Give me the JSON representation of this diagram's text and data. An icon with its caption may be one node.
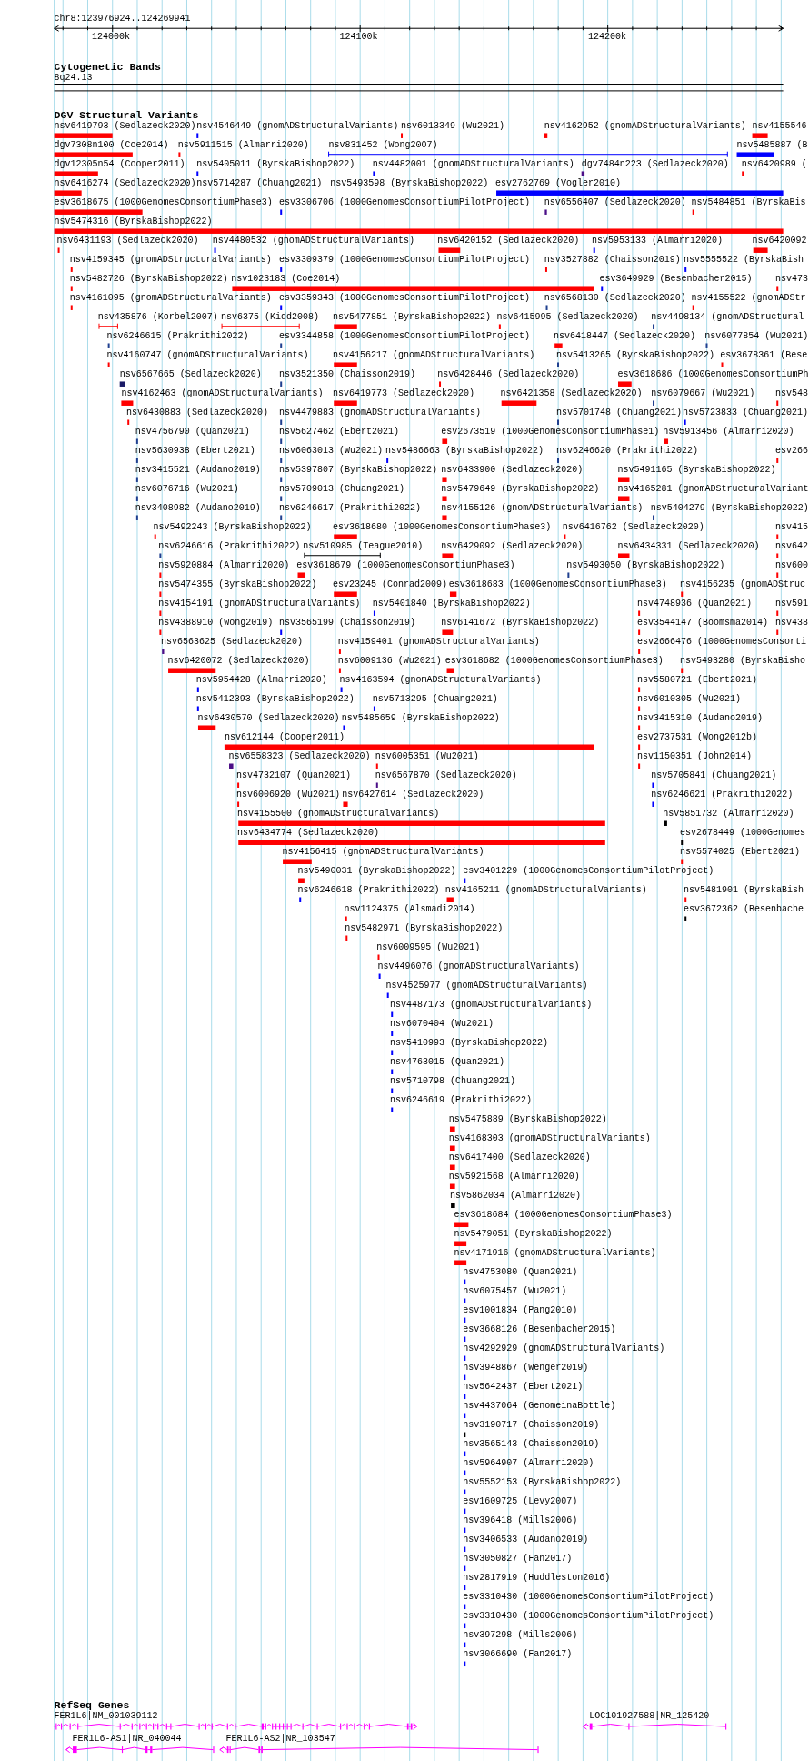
{
  "diagram": {
    "labels": [
      "chr8:123976924..124269941",
      "124000k",
      "124100k",
      "124200k",
      "Cytogenetic Bands",
      "8q24.13",
      "DGV Structural Variants",
      "nsv6419793 (Sedlazeck2020)",
      "nsv4546449 (gnomADStructuralVariants)",
      "nsv6013349 (Wu2021)",
      "nsv4162952 (gnomADStructuralVariants)",
      "nsv4155546",
      "dgv7308n100 (Coe2014)",
      "nsv5911515 (Almarri2020)",
      "nsv831452 (Wong2007)",
      "nsv5485887 (B",
      "dgv12305n54 (Cooper2011)",
      "nsv5405011 (ByrskaBishop2022)",
      "nsv4482001 (gnomADStructuralVariants)",
      "dgv7484n223 (Sedlazeck2020)",
      "nsv6420989 (",
      "nsv6416274 (Sedlazeck2020)",
      "nsv5714287 (Chuang2021)",
      "nsv5493598 (ByrskaBishop2022)",
      "esv2762769 (Vogler2010)",
      "esv3618675 (1000GenomesConsortiumPhase3)",
      "esv3306706 (1000GenomesConsortiumPilotProject)",
      "nsv6556407 (Sedlazeck2020)",
      "nsv5484851 (ByrskaBis",
      "nsv5474316 (ByrskaBishop2022)",
      "nsv6431193 (Sedlazeck2020)",
      "nsv4480532 (gnomADStructuralVariants)",
      "nsv6420152 (Sedlazeck2020)",
      "nsv5953133 (Almarri2020)",
      "nsv6420092",
      "nsv4159345 (gnomADStructuralVariants)",
      "esv3309379 (1000GenomesConsortiumPilotProject)",
      "nsv3527882 (Chaisson2019)",
      "nsv5555522 (ByrskaBish",
      "nsv5482726 (ByrskaBishop2022)",
      "nsv1023183 (Coe2014)",
      "esv3649929 (Besenbacher2015)",
      "nsv473",
      "nsv4161095 (gnomADStructuralVariants)",
      "esv3359343 (1000GenomesConsortiumPilotProject)",
      "nsv6568130 (Sedlazeck2020)",
      "nsv4155522 (gnomADStr",
      "nsv435876 (Korbel2007)",
      "nsv6375 (Kidd2008)",
      "nsv5477851 (ByrskaBishop2022)",
      "nsv6415995 (Sedlazeck2020)",
      "nsv4498134 (gnomADStructural",
      "nsv6246615 (Prakrithi2022)",
      "esv3344858 (1000GenomesConsortiumPilotProject)",
      "nsv6418447 (Sedlazeck2020)",
      "nsv6077854 (Wu2021)",
      "nsv4160747 (gnomADStructuralVariants)",
      "nsv4156217 (gnomADStructuralVariants)",
      "nsv5413265 (ByrskaBishop2022)",
      "esv3678361 (Bese",
      "nsv6567665 (Sedlazeck2020)",
      "nsv3521350 (Chaisson2019)",
      "nsv6428446 (Sedlazeck2020)",
      "esv3618686 (1000GenomesConsortiumPh",
      "nsv4162463 (gnomADStructuralVariants)",
      "nsv6419773 (Sedlazeck2020)",
      "nsv6421358 (Sedlazeck2020)",
      "nsv6079667 (Wu2021)",
      "nsv548",
      "nsv6430883 (Sedlazeck2020)",
      "nsv4479883 (gnomADStructuralVariants)",
      "nsv5701748 (Chuang2021)",
      "nsv5723833 (Chuang2021)",
      "nsv4756790 (Quan2021)",
      "nsv5627462 (Ebert2021)",
      "esv2673519 (1000GenomesConsortiumPhase1)",
      "nsv5913456 (Almarri2020)",
      "nsv5630938 (Ebert2021)",
      "nsv6063013 (Wu2021)",
      "nsv5486663 (ByrskaBishop2022)",
      "nsv6246620 (Prakrithi2022)",
      "esv266",
      "nsv3415521 (Audano2019)",
      "nsv5397807 (ByrskaBishop2022)",
      "nsv6433900 (Sedlazeck2020)",
      "nsv5491165 (ByrskaBishop2022)",
      "nsv6076716 (Wu2021)",
      "nsv5709013 (Chuang2021)",
      "nsv5479649 (ByrskaBishop2022)",
      "nsv4165281 (gnomADStructuralVariant",
      "nsv3408982 (Audano2019)",
      "nsv6246617 (Prakrithi2022)",
      "nsv4155126 (gnomADStructuralVariants)",
      "nsv5404279 (ByrskaBishop2022)",
      "nsv5492243 (ByrskaBishop2022)",
      "esv3618680 (1000GenomesConsortiumPhase3)",
      "nsv6416762 (Sedlazeck2020)",
      "nsv415",
      "nsv6246616 (Prakrithi2022)",
      "nsv510985 (Teague2010)",
      "nsv6429092 (Sedlazeck2020)",
      "nsv6434331 (Sedlazeck2020)",
      "nsv642",
      "nsv5920884 (Almarri2020)",
      "esv3618679 (1000GenomesConsortiumPhase3)",
      "nsv5493050 (ByrskaBishop2022)",
      "nsv600",
      "nsv5474355 (ByrskaBishop2022)",
      "esv23245 (Conrad2009)",
      "esv3618683 (1000GenomesConsortiumPhase3)",
      "nsv4156235 (gnomADStruc",
      "nsv4154191 (gnomADStructuralVariants)",
      "nsv5401840 (ByrskaBishop2022)",
      "nsv4748936 (Quan2021)",
      "nsv591",
      "nsv4388910 (Wong2019)",
      "nsv3565199 (Chaisson2019)",
      "nsv6141672 (ByrskaBishop2022)",
      "esv3544147 (Boomsma2014)",
      "nsv438",
      "nsv6563625 (Sedlazeck2020)",
      "nsv4159401 (gnomADStructuralVariants)",
      "esv2666476 (1000GenomesConsorti",
      "nsv6420072 (Sedlazeck2020)",
      "nsv6009136 (Wu2021)",
      "esv3618682 (1000GenomesConsortiumPhase3)",
      "nsv5493280 (ByrskaBisho",
      "nsv5954428 (Almarri2020)",
      "nsv4163594 (gnomADStructuralVariants)",
      "nsv5580721 (Ebert2021)",
      "nsv5412393 (ByrskaBishop2022)",
      "nsv5713295 (Chuang2021)",
      "nsv6010305 (Wu2021)",
      "nsv6430570 (Sedlazeck2020)",
      "nsv5485659 (ByrskaBishop2022)",
      "nsv3415310 (Audano2019)",
      "nsv612144 (Cooper2011)",
      "esv2737531 (Wong2012b)",
      "nsv6558323 (Sedlazeck2020)",
      "nsv6005351 (Wu2021)",
      "nsv1150351 (John2014)",
      "nsv4732107 (Quan2021)",
      "nsv6567870 (Sedlazeck2020)",
      "nsv5705841 (Chuang2021)",
      "nsv6006920 (Wu2021)",
      "nsv6427614 (Sedlazeck2020)",
      "nsv6246621 (Prakrithi2022)",
      "nsv4155500 (gnomADStructuralVariants)",
      "nsv5851732 (Almarri2020)",
      "nsv6434774 (Sedlazeck2020)",
      "esv2678449 (1000Genomes",
      "nsv4156415 (gnomADStructuralVariants)",
      "nsv5574025 (Ebert2021)",
      "nsv5490031 (ByrskaBishop2022)",
      "esv3401229 (1000GenomesConsortiumPilotProject)",
      "nsv6246618 (Prakrithi2022)",
      "nsv4165211 (gnomADStructuralVariants)",
      "nsv5481901 (ByrskaBish",
      "nsv1124375 (Alsmadi2014)",
      "esv3672362 (Besenbache",
      "nsv5482971 (ByrskaBishop2022)",
      "nsv6009595 (Wu2021)",
      "nsv4496076 (gnomADStructuralVariants)",
      "nsv4525977 (gnomADStructuralVariants)",
      "nsv4487173 (gnomADStructuralVariants)",
      "nsv6070404 (Wu2021)",
      "nsv5410993 (ByrskaBishop2022)",
      "nsv4763015 (Quan2021)",
      "nsv5710798 (Chuang2021)",
      "nsv6246619 (Prakrithi2022)",
      "nsv5475889 (ByrskaBishop2022)",
      "nsv4168303 (gnomADStructuralVariants)",
      "nsv6417400 (Sedlazeck2020)",
      "nsv5921568 (Almarri2020)",
      "nsv5862034 (Almarri2020)",
      "esv3618684 (1000GenomesConsortiumPhase3)",
      "nsv5479051 (ByrskaBishop2022)",
      "nsv4171916 (gnomADStructuralVariants)",
      "nsv4753080 (Quan2021)",
      "nsv6075457 (Wu2021)",
      "esv1001834 (Pang2010)",
      "esv3668126 (Besenbacher2015)",
      "nsv4292929 (gnomADStructuralVariants)",
      "nsv3948867 (Wenger2019)",
      "nsv5642437 (Ebert2021)",
      "nsv4437064 (GenomeinaBottle)",
      "nsv3190717 (Chaisson2019)",
      "nsv3565143 (Chaisson2019)",
      "nsv5964907 (Almarri2020)",
      "nsv5552153 (ByrskaBishop2022)",
      "esv1609725 (Levy2007)",
      "nsv396418 (Mills2006)",
      "nsv3406533 (Audano2019)",
      "nsv3050827 (Fan2017)",
      "nsv2817919 (Huddleston2016)",
      "esv3310430 (1000GenomesConsortiumPilotProject)",
      "esv3310430 (1000GenomesConsortiumPilotProject)",
      "nsv397298 (Mills2006)",
      "nsv3066690 (Fan2017)",
      "RefSeq Genes",
      "FER1L6|NM_001039112",
      "LOC101927588|NR_125420",
      "FER1L6-AS1|NR_040044",
      "FER1L6-AS2|NR_103547"
    ]
  }
}
